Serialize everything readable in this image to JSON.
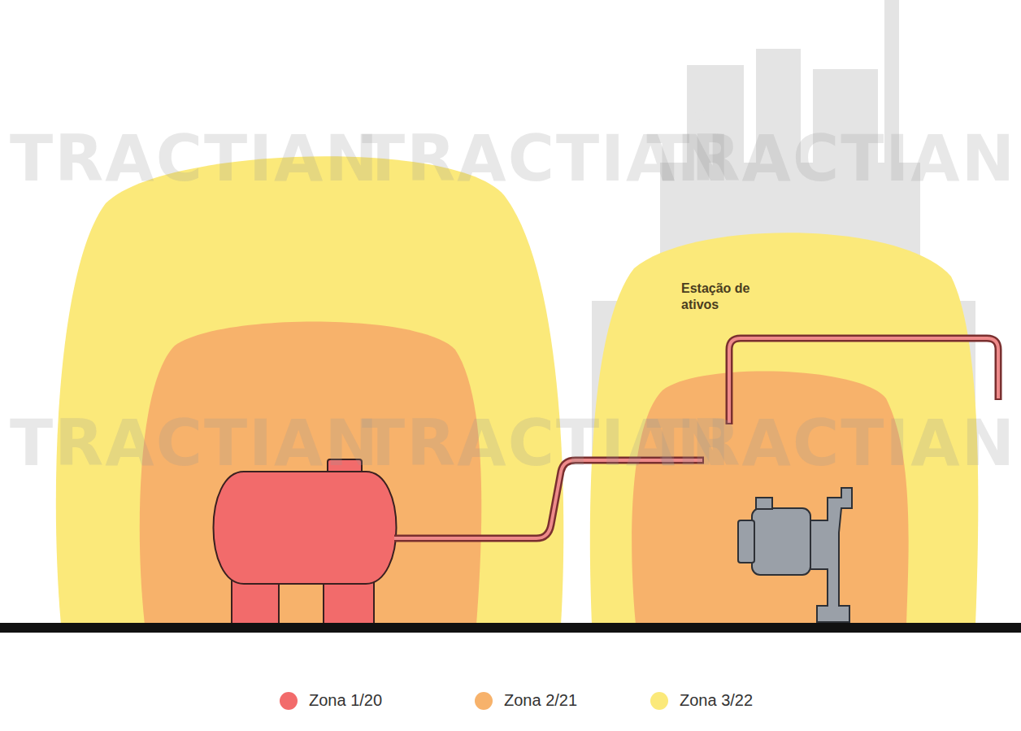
{
  "diagram": {
    "labels": [
      "TRACTIAN",
      "TRACTIAN",
      "TRACTIAN",
      "TRACTIAN",
      "TRACTIAN",
      "TRACTIAN",
      "Estação de ativos"
    ],
    "legend": [
      {
        "text": "Zona 1/20",
        "color": "#f26b6b"
      },
      {
        "text": "Zona 2/21",
        "color": "#f7b26b"
      },
      {
        "text": "Zona 3/22",
        "color": "#fbe97a"
      }
    ]
  }
}
